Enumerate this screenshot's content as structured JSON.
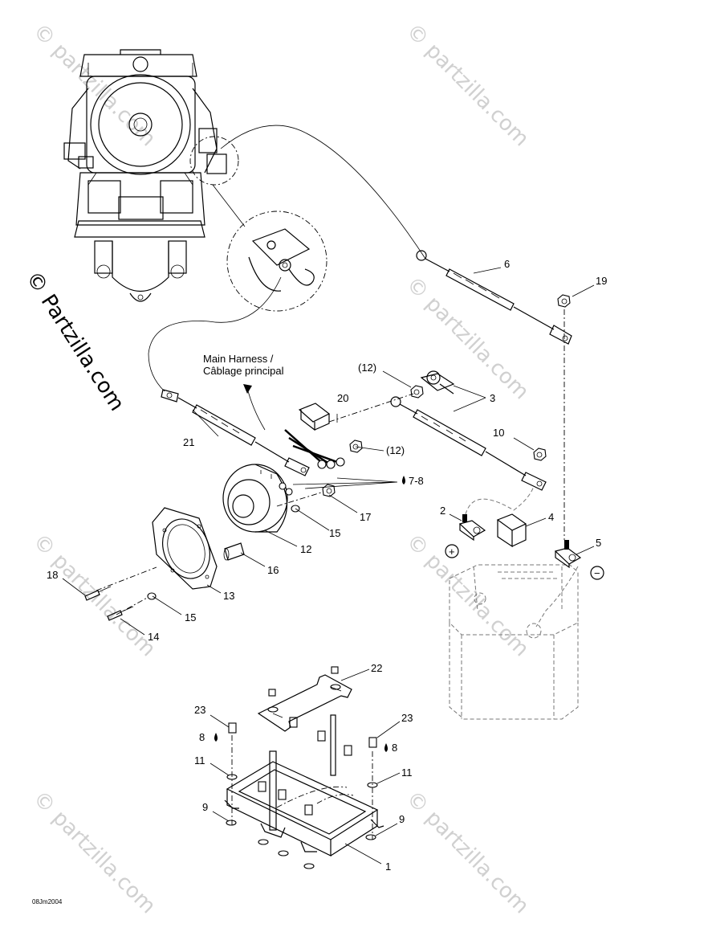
{
  "watermark": {
    "text": "© partzilla.com",
    "side_text": "© Partzilla.com"
  },
  "harness_label": {
    "line1": "Main Harness /",
    "line2": "Câblage principal"
  },
  "callouts": {
    "c1": "1",
    "c2": "2",
    "c3": "3",
    "c4": "4",
    "c5": "5",
    "c6": "6",
    "c78": "7-8",
    "c8a": "8",
    "c8b": "8",
    "c9a": "9",
    "c9b": "9",
    "c10": "10",
    "c11a": "11",
    "c11b": "11",
    "c12": "12",
    "c12a": "(12)",
    "c12b": "(12)",
    "c13": "13",
    "c14": "14",
    "c15a": "15",
    "c15b": "15",
    "c16": "16",
    "c17": "17",
    "c18": "18",
    "c19": "19",
    "c20": "20",
    "c21": "21",
    "c22": "22",
    "c23a": "23",
    "c23b": "23"
  },
  "polarity": {
    "plus": "+",
    "minus": "−"
  },
  "drawing_code": "08Jm2004",
  "icons": {
    "sealant": "droplet-icon"
  }
}
